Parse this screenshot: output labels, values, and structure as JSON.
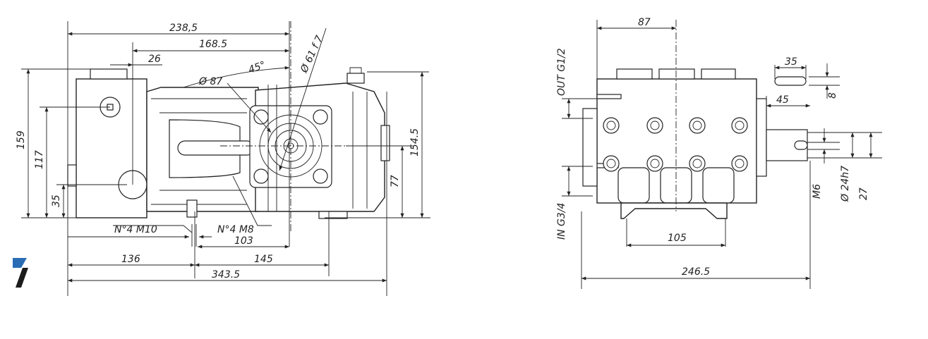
{
  "side_view": {
    "dims": {
      "d238": "238,5",
      "d168": "168.5",
      "d26": "26",
      "d45deg": "45°",
      "phi87": "Ø 87",
      "phi61": "Ø 61 f 7",
      "d159": "159",
      "d117": "117",
      "d35": "35",
      "d77": "77",
      "d154": "154.5",
      "m10": "N°4  M10",
      "m8": "N°4  M8",
      "d103": "103",
      "d136": "136",
      "d145": "145",
      "d343": "343.5"
    }
  },
  "front_view": {
    "dims": {
      "d87": "87",
      "out": "OUT G1/2",
      "in": "IN G3/4",
      "d35": "35",
      "d8": "8",
      "d45": "45",
      "m6": "M6",
      "phi24": "Ø 24h7",
      "d27": "27",
      "d105": "105",
      "d246": "246.5"
    }
  },
  "logo": {
    "color": "#2a6db5"
  }
}
